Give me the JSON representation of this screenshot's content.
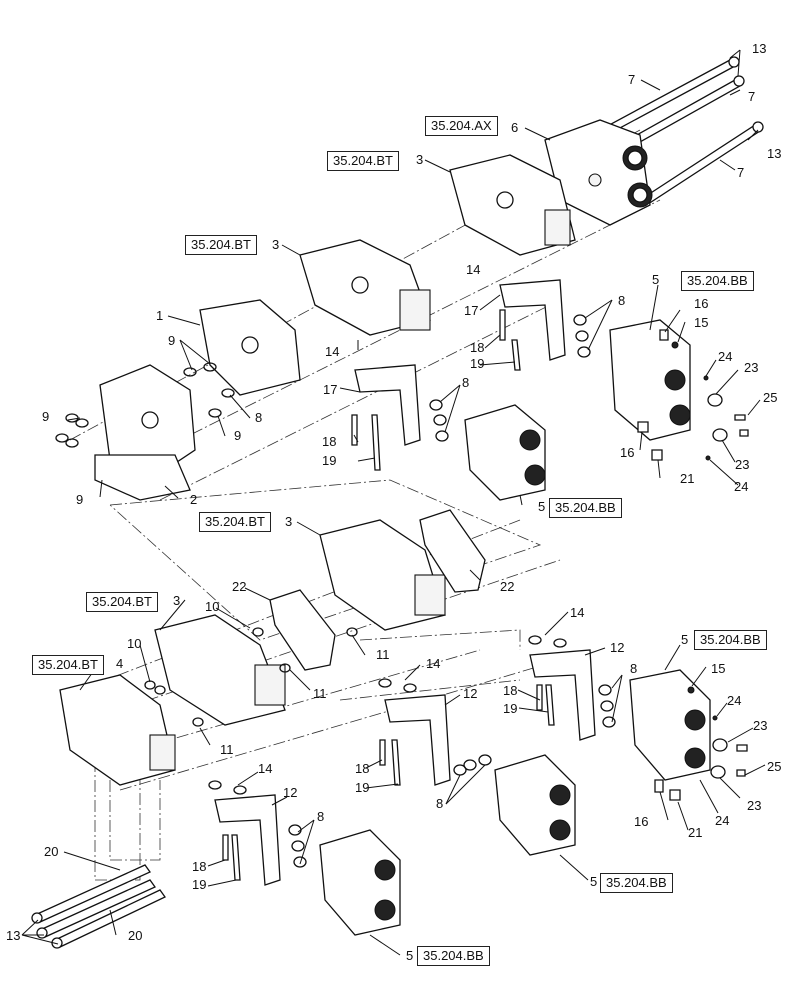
{
  "references": {
    "ax": "35.204.AX",
    "bt": "35.204.BT",
    "bb": "35.204.BB"
  },
  "callouts": {
    "n1": "1",
    "n2": "2",
    "n3": "3",
    "n4": "4",
    "n5": "5",
    "n6": "6",
    "n7": "7",
    "n8": "8",
    "n9": "9",
    "n10": "10",
    "n11": "11",
    "n12": "12",
    "n13": "13",
    "n14": "14",
    "n15": "15",
    "n16": "16",
    "n17": "17",
    "n18": "18",
    "n19": "19",
    "n20": "20",
    "n21": "21",
    "n22": "22",
    "n23": "23",
    "n24": "24",
    "n25": "25"
  }
}
